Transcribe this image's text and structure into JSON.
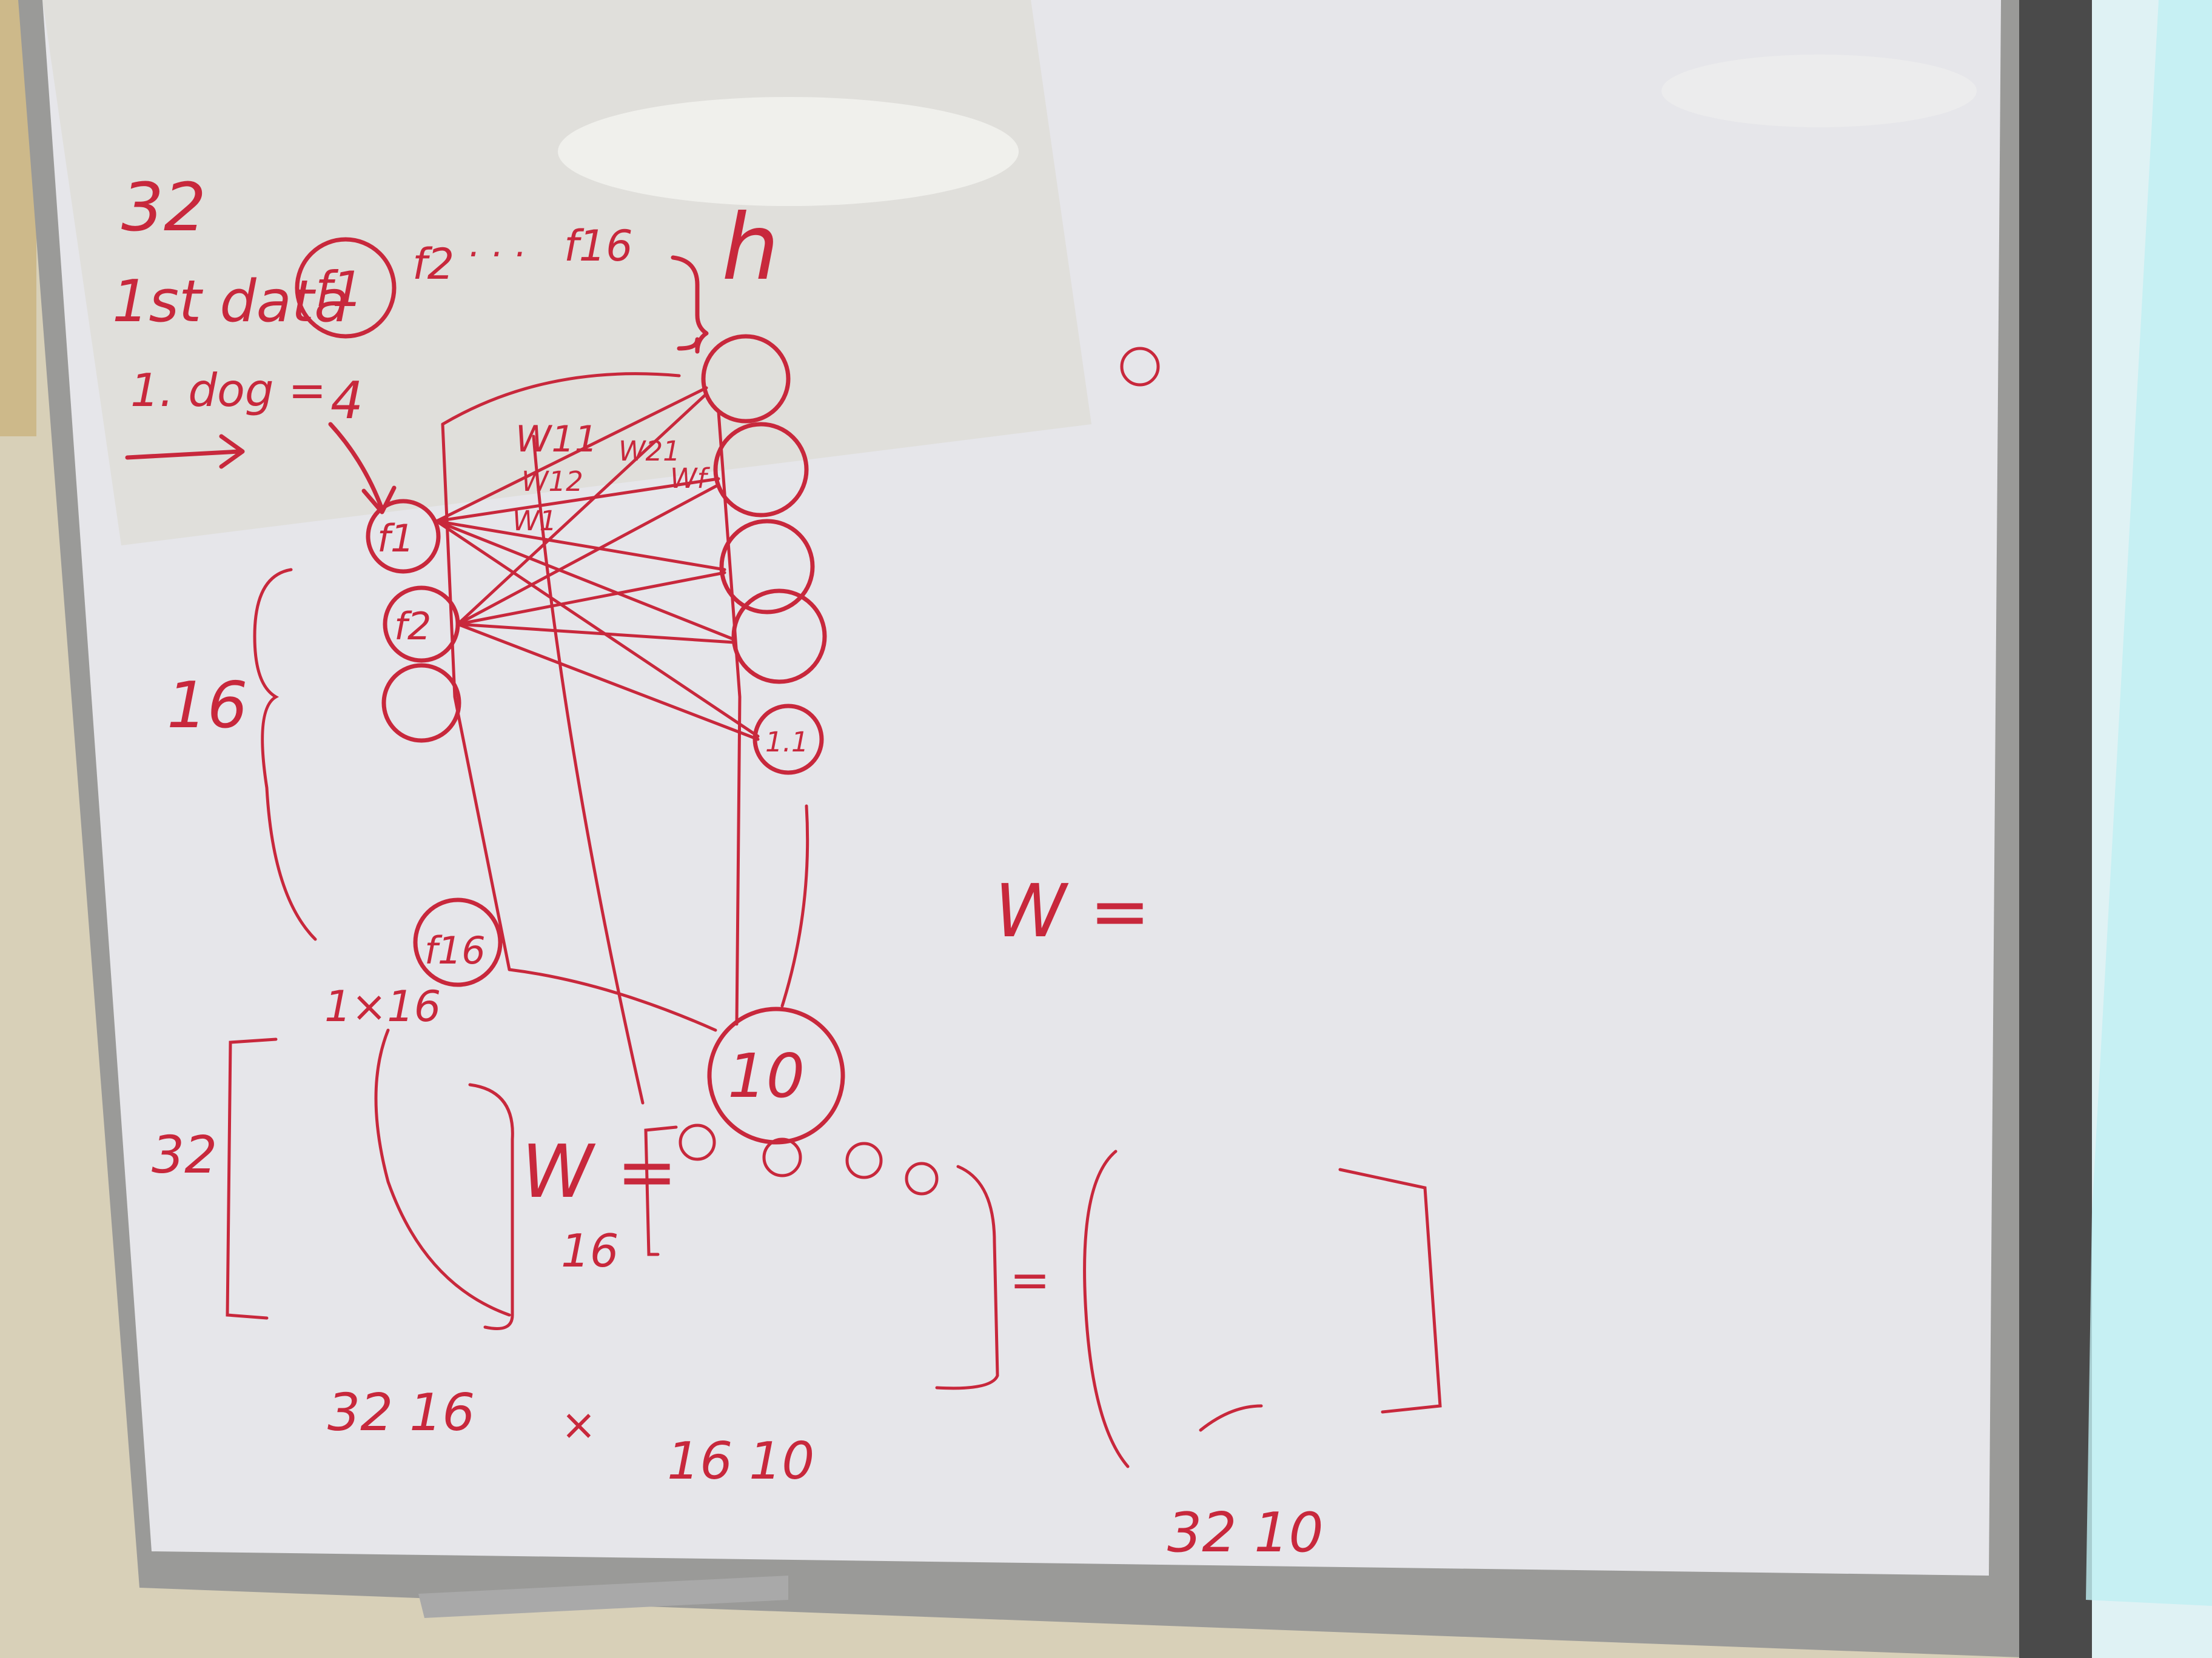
{
  "scene": {
    "colors": {
      "wall": "#d8d0b8",
      "frame": "#9a9a98",
      "board": "#e6e6ea",
      "ink": "#c8283c",
      "screen": "#dff2f4"
    }
  },
  "whiteboard": {
    "top_notes": {
      "count": "32",
      "first_data": "1st data",
      "feature_1": "f1",
      "feature_2": "f2",
      "feature_dots": "· · ·",
      "feature_16": "f16",
      "h_label": "h",
      "label": "1. dog = ",
      "label_value": "4"
    },
    "network": {
      "weights": [
        "W11",
        "W12",
        "W1",
        "W21",
        "Wf"
      ],
      "input_nodes": [
        "f1",
        "f2",
        "",
        "f16"
      ],
      "input_count": "16",
      "output_nodes": [
        "",
        "",
        "",
        "",
        "1.1"
      ],
      "output_count": "10"
    },
    "matrices": {
      "left_rows": "32",
      "left_cols": "1×16",
      "w_label": "W =",
      "w_rows": "16",
      "eq": "=",
      "lhs_shape": "32  16",
      "times": "×",
      "rhs_shape": "16  10",
      "result_shape": "32  10"
    },
    "w_right": "W ="
  }
}
